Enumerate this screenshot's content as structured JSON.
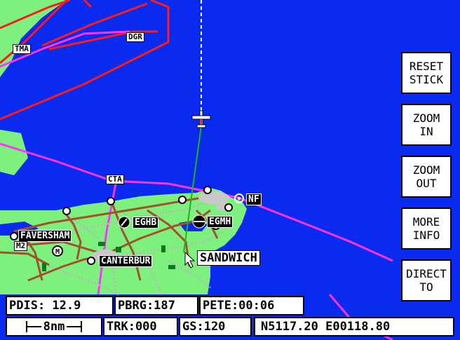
{
  "map": {
    "colors": {
      "sea": "#0a2af0",
      "land": "#7ef07e",
      "airspace_red": "#ff1a1a",
      "airspace_magenta": "#ff33ff",
      "road": "#a0522d",
      "rail": "#b0b0b0"
    },
    "airspace_labels": {
      "tma": "TMA",
      "dgr": "DGR",
      "cta": "CTA"
    },
    "place_labels": {
      "faversham": "FAVERSHAM",
      "m2": "M2",
      "canterbury": "CANTERBUR",
      "sandwich": "SANDWICH"
    },
    "airfields": {
      "eghb": "EGHB",
      "egmh": "EGMH",
      "nf": "NF"
    },
    "markers": {
      "motorway_junction": "M"
    },
    "icons": {
      "aircraft": "aircraft-icon",
      "waypoint": "waypoint-icon",
      "target": "target-icon"
    }
  },
  "buttons": {
    "reset_stick": [
      "RESET",
      "STICK"
    ],
    "zoom_in": [
      "ZOOM",
      "IN"
    ],
    "zoom_out": [
      "ZOOM",
      "OUT"
    ],
    "more_info": [
      "MORE",
      "INFO"
    ],
    "direct_to": [
      "DIRECT",
      "TO"
    ]
  },
  "status": {
    "pdis": "PDIS: 12.9",
    "pbrg": "PBRG:187",
    "pete": "PETE:00:06",
    "scale": "8nm",
    "trk": "TRK:000",
    "gs": "GS:120",
    "position": "N5117.20 E00118.80"
  }
}
